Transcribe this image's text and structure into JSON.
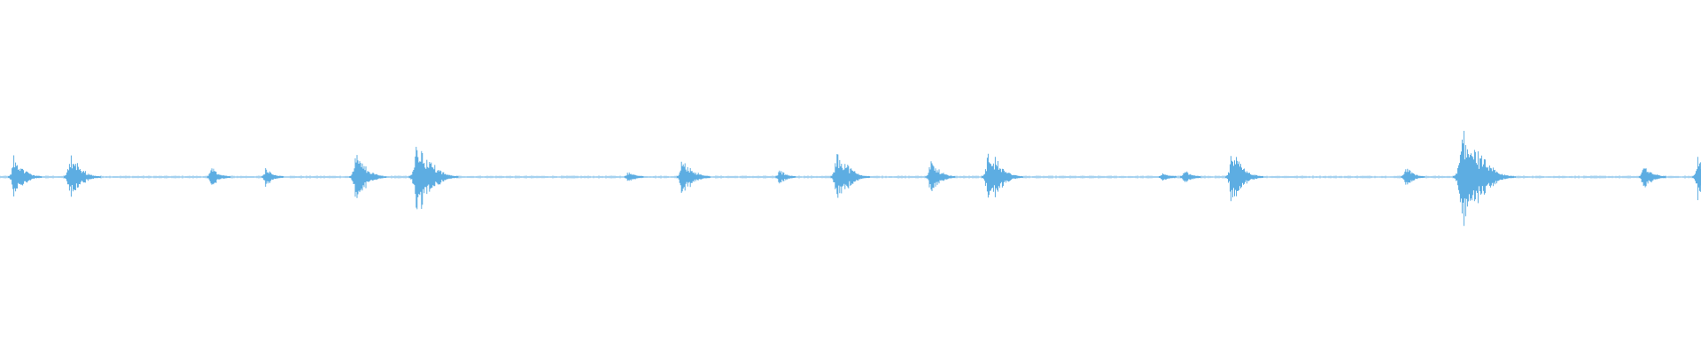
{
  "waveform": {
    "color": "#5dade2",
    "baseline_amplitude": 0.004,
    "peaks": [
      {
        "t": 0.008,
        "amp": 0.06
      },
      {
        "t": 0.041,
        "amp": 0.07
      },
      {
        "t": 0.124,
        "amp": 0.03
      },
      {
        "t": 0.156,
        "amp": 0.025
      },
      {
        "t": 0.209,
        "amp": 0.07
      },
      {
        "t": 0.245,
        "amp": 0.11
      },
      {
        "t": 0.369,
        "amp": 0.015
      },
      {
        "t": 0.401,
        "amp": 0.06
      },
      {
        "t": 0.458,
        "amp": 0.02
      },
      {
        "t": 0.492,
        "amp": 0.08
      },
      {
        "t": 0.547,
        "amp": 0.05
      },
      {
        "t": 0.581,
        "amp": 0.085
      },
      {
        "t": 0.683,
        "amp": 0.01
      },
      {
        "t": 0.696,
        "amp": 0.02
      },
      {
        "t": 0.724,
        "amp": 0.075
      },
      {
        "t": 0.826,
        "amp": 0.03
      },
      {
        "t": 0.86,
        "amp": 0.15
      },
      {
        "t": 0.966,
        "amp": 0.04
      },
      {
        "t": 0.998,
        "amp": 0.06
      }
    ]
  }
}
